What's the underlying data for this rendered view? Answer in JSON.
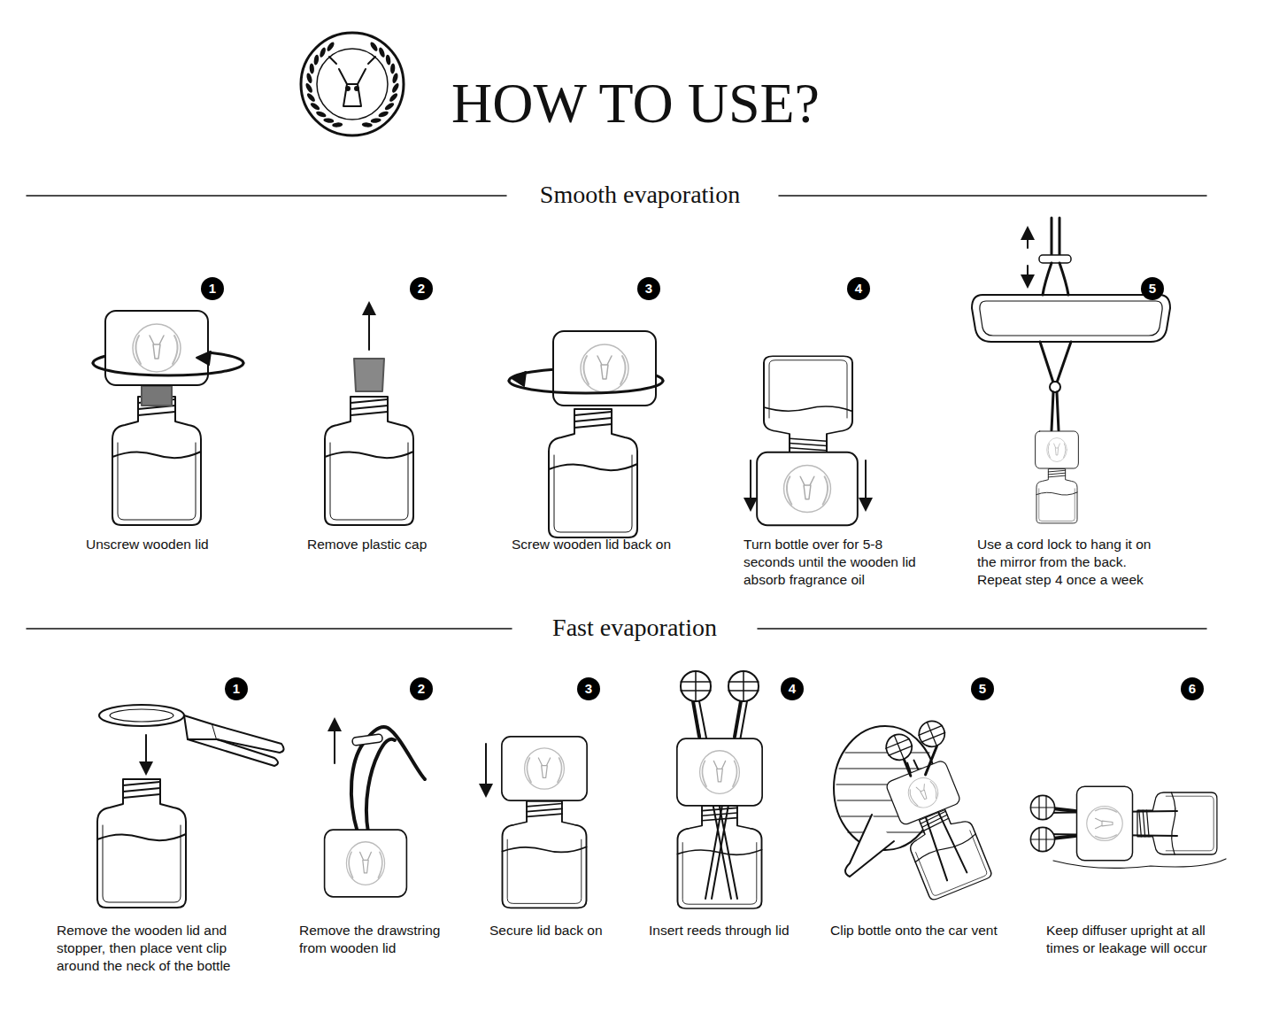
{
  "diagram": {
    "title": "HOW TO USE?",
    "labels": [
      "Smooth evaporation",
      "1",
      "Unscrew wooden lid",
      "2",
      "Remove plastic cap",
      "3",
      "Screw wooden lid back on",
      "4",
      "Turn bottle over for 5-8 seconds until the wooden lid absorb fragrance oil",
      "5",
      "Use a cord lock to hang it on the mirror from the back. Repeat step 4 once a week",
      "Fast evaporation",
      "1",
      "Remove the wooden lid and stopper, then place vent clip around the neck of the bottle",
      "2",
      "Remove the drawstring from wooden lid",
      "3",
      "Secure lid back on",
      "4",
      "Insert reeds through lid",
      "5",
      "Clip bottle onto the car vent",
      "6",
      "Keep diffuser upright at all times or leakage will occur"
    ]
  }
}
